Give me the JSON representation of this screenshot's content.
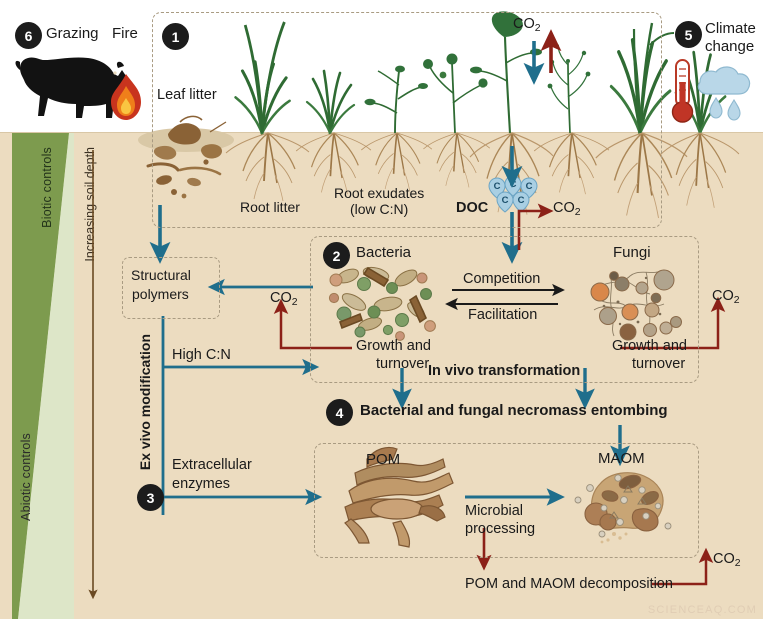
{
  "figure": {
    "watermark": "SCIENCEAQ.COM",
    "colors": {
      "soil": "#ecdcc0",
      "air": "#ffffff",
      "teal_arrow": "#1f6e8c",
      "red_arrow": "#8c2118",
      "biotic_green": "#7d9b4e",
      "abiotic_green": "#dde6c8",
      "badge": "#1c1c1c",
      "panel_border": "#a99b82"
    }
  },
  "gradient_axis": {
    "biotic_label": "Biotic controls",
    "abiotic_label": "Abiotic controls",
    "depth_label": "Increasing soil depth"
  },
  "external_drivers": [
    {
      "number": "6",
      "label": "Grazing",
      "icon": "cow-icon"
    },
    {
      "number": "",
      "label": "Fire",
      "icon": "flame-icon"
    },
    {
      "number": "5",
      "label_line1": "Climate",
      "label_line2": "change",
      "icon": "thermometer-cloud-icon"
    }
  ],
  "panel1": {
    "number": "1",
    "leaf_litter": "Leaf litter",
    "root_litter": "Root litter",
    "root_exudates_line1": "Root exudates",
    "root_exudates_line2": "(low C:N)",
    "doc": "DOC",
    "co2_top": "CO",
    "co2_top_sub": "2",
    "co2_doc": "CO",
    "co2_doc_sub": "2",
    "doc_carbon_glyphs": [
      "C",
      "C",
      "C",
      "C",
      "C"
    ]
  },
  "structural_polymers": {
    "label_line1": "Structural",
    "label_line2": "polymers"
  },
  "ex_vivo": {
    "axis_label": "Ex vivo modification",
    "number": "3",
    "high_cn": "High C:N",
    "extracellular_line1": "Extracellular",
    "extracellular_line2": "enzymes"
  },
  "panel2": {
    "number": "2",
    "bacteria": "Bacteria",
    "fungi": "Fungi",
    "competition": "Competition",
    "facilitation": "Facilitation",
    "bacteria_growth_line1": "Growth and",
    "bacteria_growth_line2": "turnover",
    "fungi_growth_line1": "Growth and",
    "fungi_growth_line2": "turnover",
    "in_vivo": "In vivo transformation",
    "co2_left": "CO",
    "co2_left_sub": "2",
    "co2_right": "CO",
    "co2_right_sub": "2"
  },
  "panel4": {
    "number": "4",
    "title": "Bacterial and fungal necromass entombing"
  },
  "panel_bottom": {
    "pom": "POM",
    "maom": "MAOM",
    "microbial_line1": "Microbial",
    "microbial_line2": "processing",
    "decomposition": "POM and MAOM decomposition",
    "co2": "CO",
    "co2_sub": "2"
  }
}
